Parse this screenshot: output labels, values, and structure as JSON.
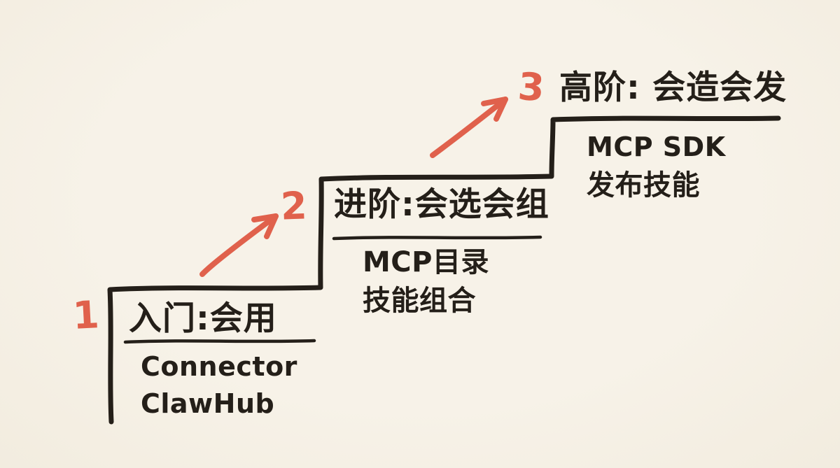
{
  "page": {
    "background": "#f5efe4",
    "ink": "#241f19",
    "accent": "#e0614c"
  },
  "diagram": {
    "type": "staircase-growth-path",
    "levels": [
      {
        "number": "1",
        "title": "入门:会用",
        "items": [
          "Connector",
          "ClawHub"
        ]
      },
      {
        "number": "2",
        "title": "进阶:会选会组",
        "items": [
          "MCP目录",
          "技能组合"
        ]
      },
      {
        "number": "3",
        "title": "高阶: 会造会发",
        "items": [
          "MCP SDK",
          "发布技能"
        ]
      }
    ]
  }
}
